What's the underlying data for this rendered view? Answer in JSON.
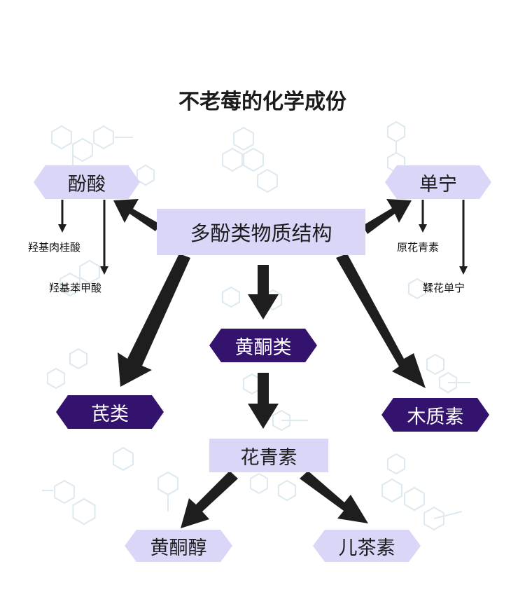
{
  "title": "不老莓的化学成份",
  "nodes": {
    "center": "多酚类物质结构",
    "phenolic_acid": "酚酸",
    "tannin": "单宁",
    "flavonoid": "黄酮类",
    "stilbene": "芪类",
    "lignin": "木质素",
    "anthocyanin": "花青素",
    "flavonol": "黄酮醇",
    "catechin": "儿茶素"
  },
  "sub_items": {
    "phenolic_acid": [
      "羟基肉桂酸",
      "羟基苯甲酸"
    ],
    "tannin": [
      "原花青素",
      "鞣花单宁"
    ]
  },
  "colors": {
    "light_node": "#d9d6f8",
    "dark_node": "#34136f",
    "arrow": "#1e1e1e",
    "molecule_watermark": "#dde8ef"
  }
}
